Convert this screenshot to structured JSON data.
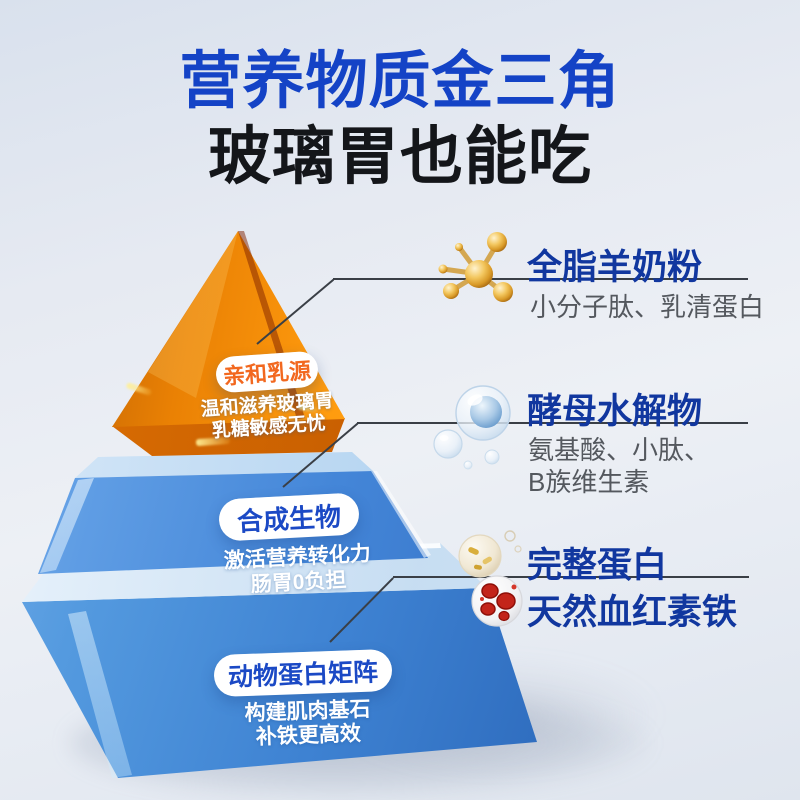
{
  "header": {
    "title": "营养物质金三角",
    "subtitle": "玻璃胃也能吃"
  },
  "pyramid": {
    "tier_top": {
      "badge": "亲和乳源",
      "line1": "温和滋养玻璃胃",
      "line2": "乳糖敏感无忧"
    },
    "tier_middle": {
      "badge": "合成生物",
      "line1": "激活营养转化力",
      "line2": "肠胃0负担"
    },
    "tier_bottom": {
      "badge": "动物蛋白矩阵",
      "line1": "构建肌肉基石",
      "line2": "补铁更高效"
    }
  },
  "callouts": {
    "c1": {
      "title": "全脂羊奶粉",
      "subtitle": "小分子肽、乳清蛋白",
      "icon": "molecule-icon"
    },
    "c2": {
      "title": "酵母水解物",
      "subtitle_line1": "氨基酸、小肽、",
      "subtitle_line2": "B族维生素",
      "icon": "bubbles-icon"
    },
    "c3": {
      "title_line1": "完整蛋白",
      "title_line2": "天然血红素铁",
      "icon": "protein-iron-icon"
    }
  },
  "colors": {
    "header_blue": "#1443c6",
    "headline_black": "#14161a",
    "callout_blue": "#11379f",
    "subtitle_gray": "#54585e",
    "badge_orange_text": "#f2681f",
    "badge_blue_text": "#1b49c5",
    "pyramid_orange": "#ff9b0e",
    "pyramid_blue": "#3d82d4",
    "connector_line": "#3a3f46"
  }
}
